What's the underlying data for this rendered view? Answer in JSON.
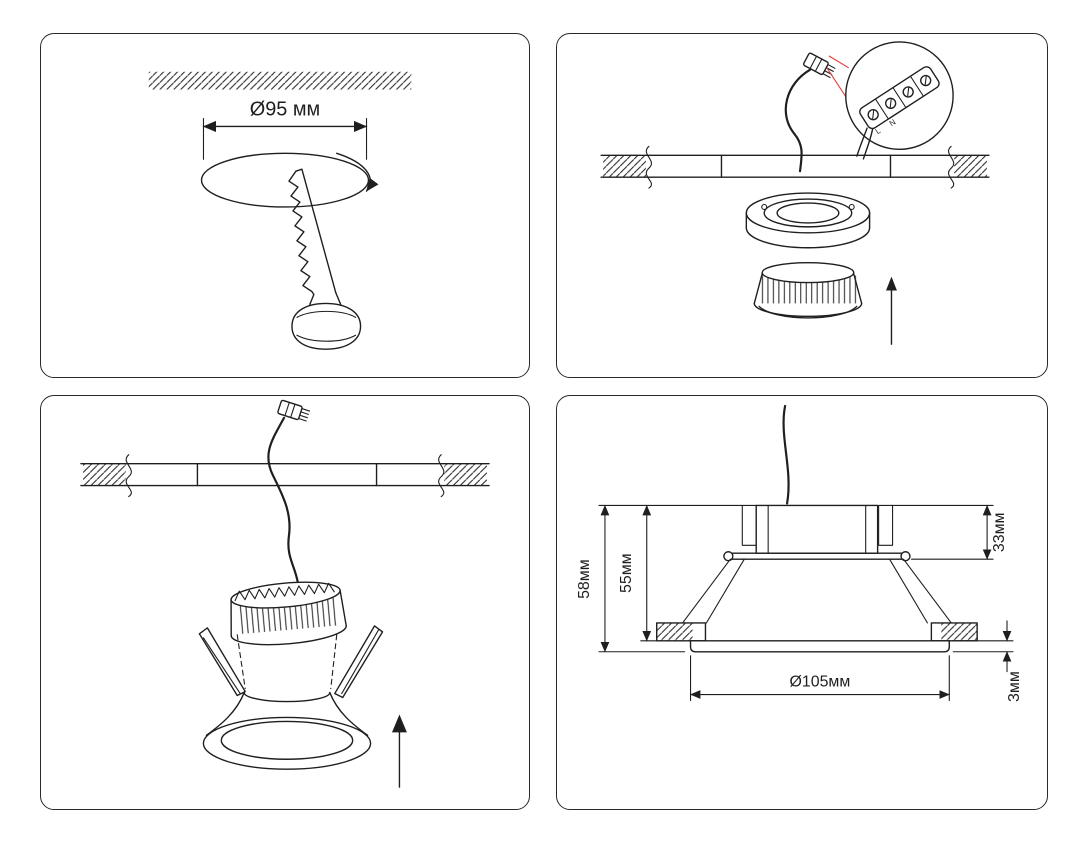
{
  "colors": {
    "line": "#1f1f1f",
    "accent_red": "#e03a3a",
    "background": "#ffffff",
    "panel_border": "#2a2a2a"
  },
  "panels": {
    "cutout": {
      "hole_diameter_label": "Ø95 мм"
    },
    "wiring": {
      "terminal_labels": {
        "l": "L",
        "n": "N"
      }
    },
    "mounting": {},
    "dimensions": {
      "total_height_label": "58мм",
      "recess_height_label": "55мм",
      "body_height_label": "33мм",
      "trim_thickness_label": "3мм",
      "trim_diameter_label": "Ø105мм"
    }
  }
}
